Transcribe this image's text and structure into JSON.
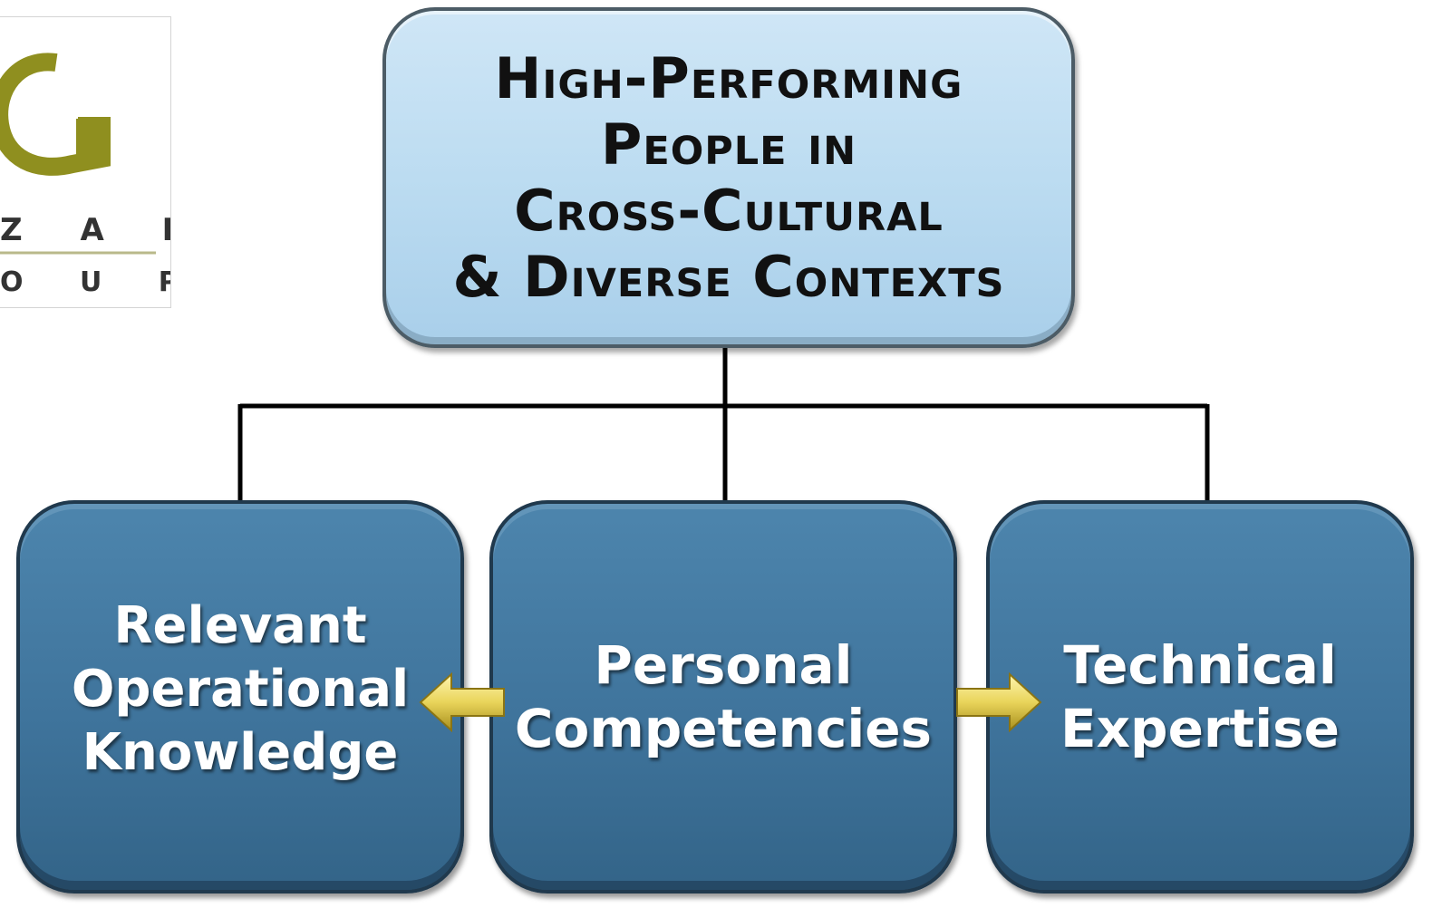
{
  "logo": {
    "letters_top": "Z A I",
    "letters_bottom": "O U P",
    "accent_color": "#8f8f1f"
  },
  "top_node": {
    "lines": [
      "High-Performing",
      "People in",
      "Cross-Cultural",
      "& Diverse Contexts"
    ],
    "fill_color": "#bcdcf1",
    "border_color": "#4c5c66"
  },
  "child_nodes": [
    {
      "lines": [
        "Relevant",
        "Operational",
        "Knowledge"
      ]
    },
    {
      "lines": [
        "Personal",
        "Competencies"
      ]
    },
    {
      "lines": [
        "Technical",
        "Expertise"
      ]
    }
  ],
  "child_fill_color": "#3f749c",
  "connector_color": "#000000",
  "arrow_color": "#e9d45a",
  "arrows": [
    {
      "from": "Personal Competencies",
      "to": "Relevant Operational Knowledge",
      "direction": "left"
    },
    {
      "from": "Personal Competencies",
      "to": "Technical Expertise",
      "direction": "right"
    }
  ]
}
